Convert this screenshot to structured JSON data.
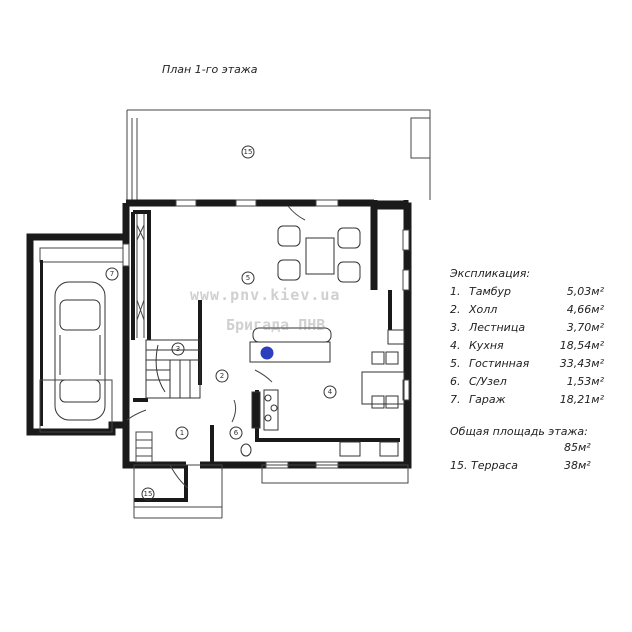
{
  "title": "План 1-го этажа",
  "legend": {
    "heading": "Экспликация:",
    "rooms": [
      {
        "num": "1.",
        "name": "Тамбур",
        "area": "5,03м²"
      },
      {
        "num": "2.",
        "name": "Холл",
        "area": "4,66м²"
      },
      {
        "num": "3.",
        "name": "Лестница",
        "area": "3,70м²"
      },
      {
        "num": "4.",
        "name": "Кухня",
        "area": "18,54м²"
      },
      {
        "num": "5.",
        "name": "Гостинная",
        "area": "33,43м²"
      },
      {
        "num": "6.",
        "name": "С/Узел",
        "area": "1,53м²"
      },
      {
        "num": "7.",
        "name": "Гараж",
        "area": "18,21м²"
      }
    ],
    "total_label": "Общая площадь этажа:",
    "total_value": "85м²",
    "terrace": {
      "name": "15. Терраса",
      "area": "38м²"
    }
  },
  "watermark": {
    "line1": "www.pnv.kiev.ua",
    "line2": "Бригада ПНВ"
  },
  "room_marks": [
    "1",
    "2",
    "3",
    "4",
    "5",
    "6",
    "7",
    "15",
    "15"
  ],
  "colors": {
    "wall": "#1a1a1a",
    "line": "#444444",
    "fixture": "#2b3fbf"
  }
}
